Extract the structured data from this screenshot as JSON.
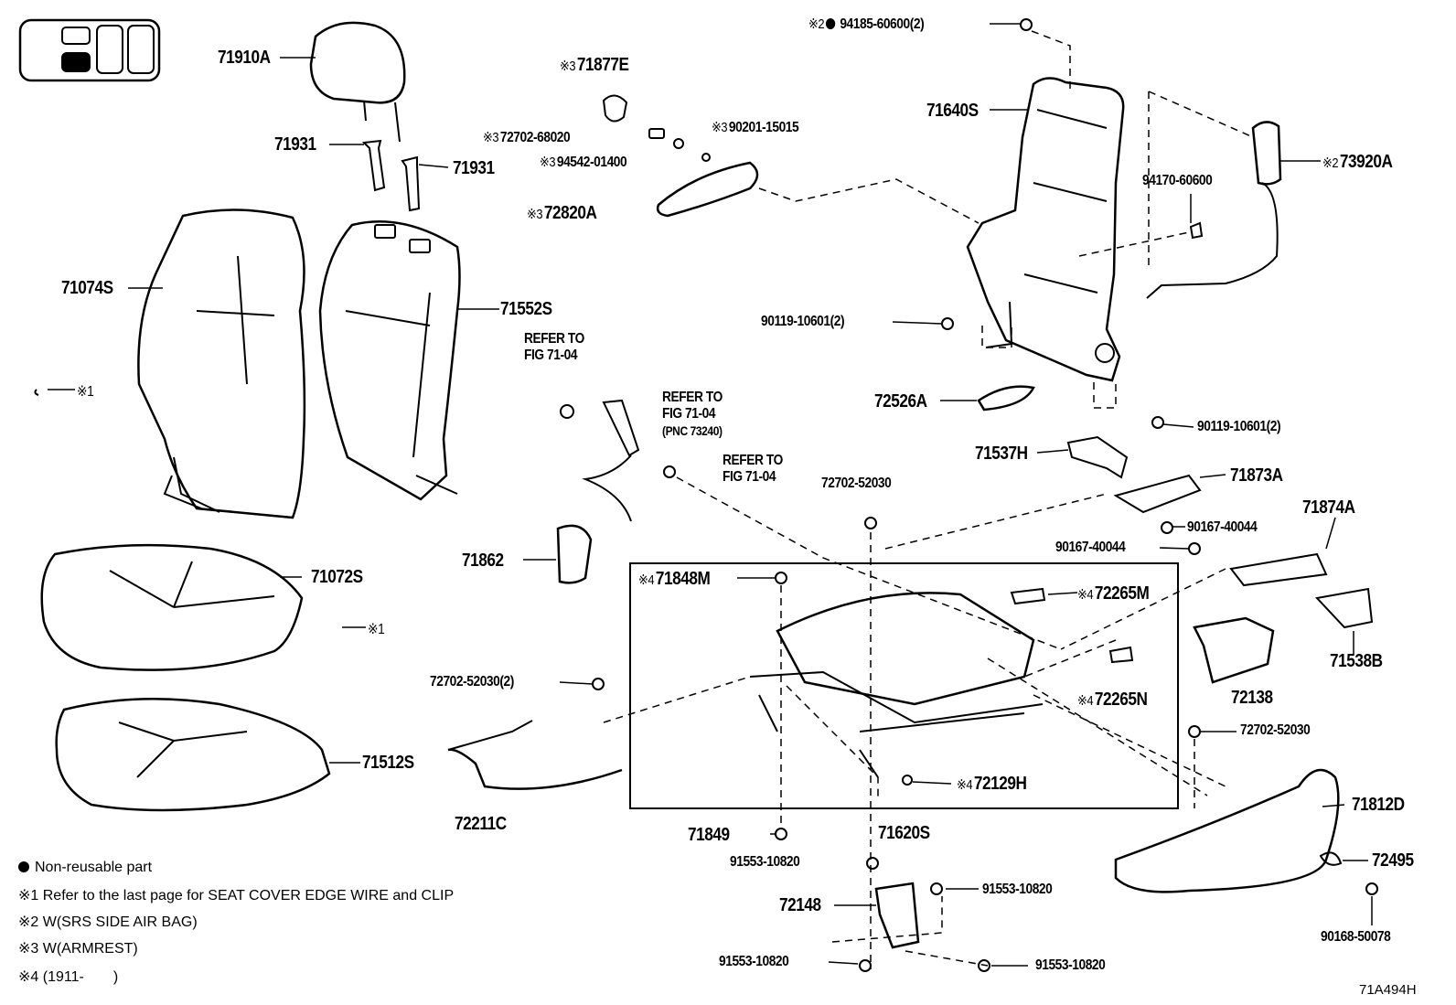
{
  "labels": {
    "p71910A": "71910A",
    "p71931a": "71931",
    "p71931b": "71931",
    "p71074S": "71074S",
    "p71552S": "71552S",
    "p71072S": "71072S",
    "p71512S": "71512S",
    "p72211C": "72211C",
    "p71862": "71862",
    "p71877E": "71877E",
    "p72702_68020": "72702-68020",
    "p90201_15015": "90201-15015",
    "p94542_01400": "94542-01400",
    "p72820A": "72820A",
    "p94185_60600": "94185-60600(2)",
    "p71640S": "71640S",
    "p73920A": "73920A",
    "p94170_60600": "94170-60600",
    "p90119_10601a": "90119-10601(2)",
    "p90119_10601b": "90119-10601(2)",
    "p72526A": "72526A",
    "p71537H": "71537H",
    "p71873A": "71873A",
    "p71874A": "71874A",
    "p90167_40044a": "90167-40044",
    "p90167_40044b": "90167-40044",
    "p71538B": "71538B",
    "p72138": "72138",
    "p72702_52030a": "72702-52030",
    "p72702_52030b": "72702-52030(2)",
    "p72702_52030c": "72702-52030",
    "p71848M": "71848M",
    "p72265M": "72265M",
    "p72265N": "72265N",
    "p72129H": "72129H",
    "p71849": "71849",
    "p71620S": "71620S",
    "p71812D": "71812D",
    "p72495": "72495",
    "p90168_50078": "90168-50078",
    "p91553_10820a": "91553-10820",
    "p91553_10820b": "91553-10820",
    "p91553_10820c": "91553-10820",
    "p91553_10820d": "91553-10820",
    "p72148": "72148",
    "diagram_id": "71A494H"
  },
  "marks": {
    "m1": "※1",
    "m2": "※2",
    "m3": "※3",
    "m4": "※4"
  },
  "refs": {
    "ref1_line1": "REFER TO",
    "ref1_line2": "FIG 71-04",
    "ref2_line1": "REFER TO",
    "ref2_line2": "FIG 71-04",
    "ref2_line3": "(PNC 73240)",
    "ref3_line1": "REFER TO",
    "ref3_line2": "FIG 71-04"
  },
  "legend": {
    "bullet": "Non-reusable part",
    "note1": "※1 Refer to the last page for SEAT COVER EDGE WIRE and CLIP",
    "note2": "※2 W(SRS SIDE AIR BAG)",
    "note3": "※3 W(ARMREST)",
    "note4": "※4 (1911-　　)"
  }
}
